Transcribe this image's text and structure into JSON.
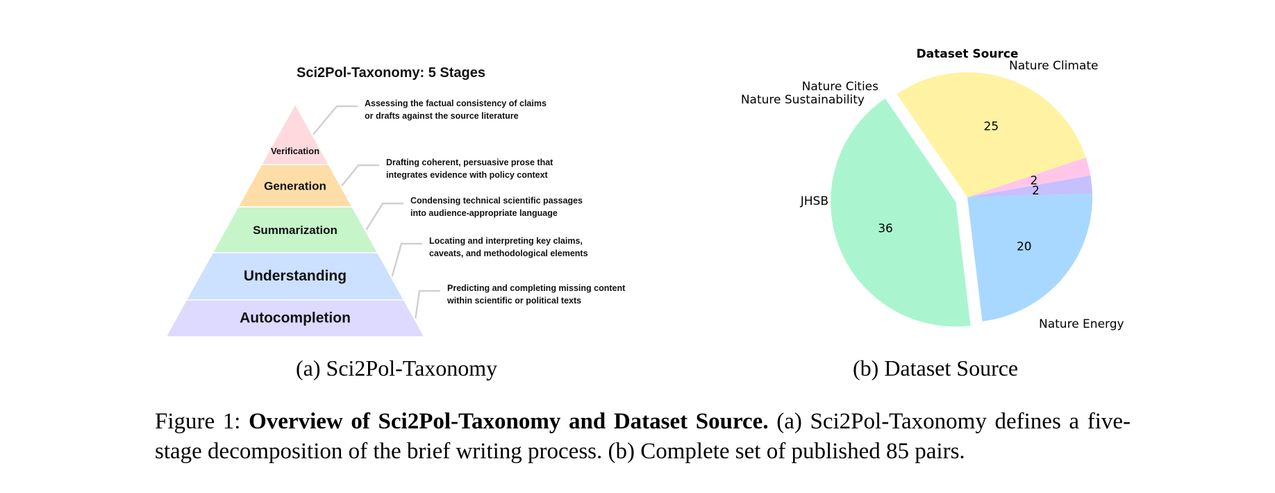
{
  "figure": {
    "caption_label": "Figure 1:",
    "caption_bold": "Overview of Sci2Pol-Taxonomy and Dataset Source.",
    "caption_rest": "(a) Sci2Pol-Taxonomy defines a five-stage decomposition of the brief writing process. (b) Complete set of published 85 pairs.",
    "subcaption_a": "(a) Sci2Pol-Taxonomy",
    "subcaption_b": "(b) Dataset Source"
  },
  "chart_data": [
    {
      "type": "diagram",
      "title": "Sci2Pol-Taxonomy: 5 Stages",
      "stages": [
        {
          "label": "Verification",
          "color": "#FFD9DD",
          "description": [
            "Assessing the factual consistency of claims",
            "or drafts against the source literature"
          ]
        },
        {
          "label": "Generation",
          "color": "#FFDDA6",
          "description": [
            "Drafting coherent, persuasive prose that",
            "integrates evidence with policy context"
          ]
        },
        {
          "label": "Summarization",
          "color": "#C5F5C9",
          "description": [
            "Condensing technical scientific passages",
            "into audience-appropriate language"
          ]
        },
        {
          "label": "Understanding",
          "color": "#CCE0FF",
          "description": [
            "Locating and interpreting key claims,",
            "caveats, and methodological elements"
          ]
        },
        {
          "label": "Autocompletion",
          "color": "#DDD9FF",
          "description": [
            "Predicting and completing missing content",
            "within scientific or political texts"
          ]
        }
      ]
    },
    {
      "type": "pie",
      "title": "Dataset Source",
      "slices": [
        {
          "label": "Nature Climate",
          "value": 25,
          "color": "#FFF3A3",
          "explode": false
        },
        {
          "label": "Nature Energy",
          "value": 36,
          "color": "#AAF5D0",
          "explode": true
        },
        {
          "label": "JHSB",
          "value": 20,
          "color": "#A8D8FF",
          "explode": false
        },
        {
          "label": "Nature Sustainability",
          "value": 2,
          "color": "#C6C0FF",
          "explode": false
        },
        {
          "label": "Nature Cities",
          "value": 2,
          "color": "#FFC6EA",
          "explode": false
        }
      ]
    }
  ]
}
